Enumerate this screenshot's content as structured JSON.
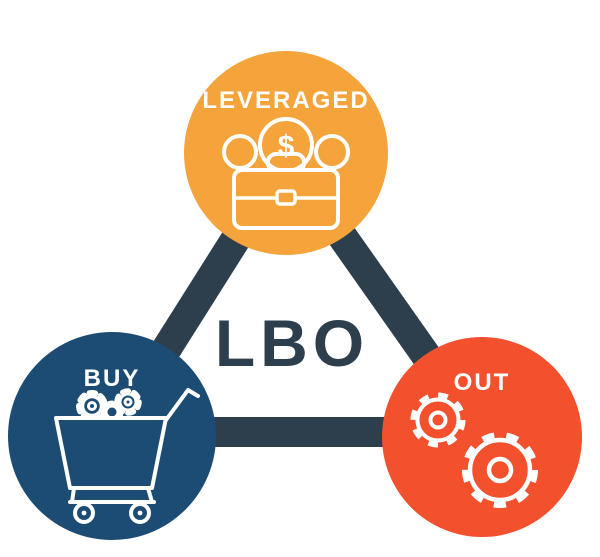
{
  "diagram": {
    "acronym": "LBO",
    "acronym_color": "#2d3e4d",
    "triangle_color": "#2d3e4d",
    "label_color": "#ffffff",
    "background": "#ffffff",
    "nodes": [
      {
        "label": "LEVERAGED",
        "color": "#f5a33b",
        "icon": "briefcase-dollar-icon",
        "symbol": "$"
      },
      {
        "label": "BUY",
        "color": "#1c4c74",
        "icon": "cart-gears-icon"
      },
      {
        "label": "OUT",
        "color": "#f3502e",
        "icon": "gears-icon"
      }
    ]
  }
}
